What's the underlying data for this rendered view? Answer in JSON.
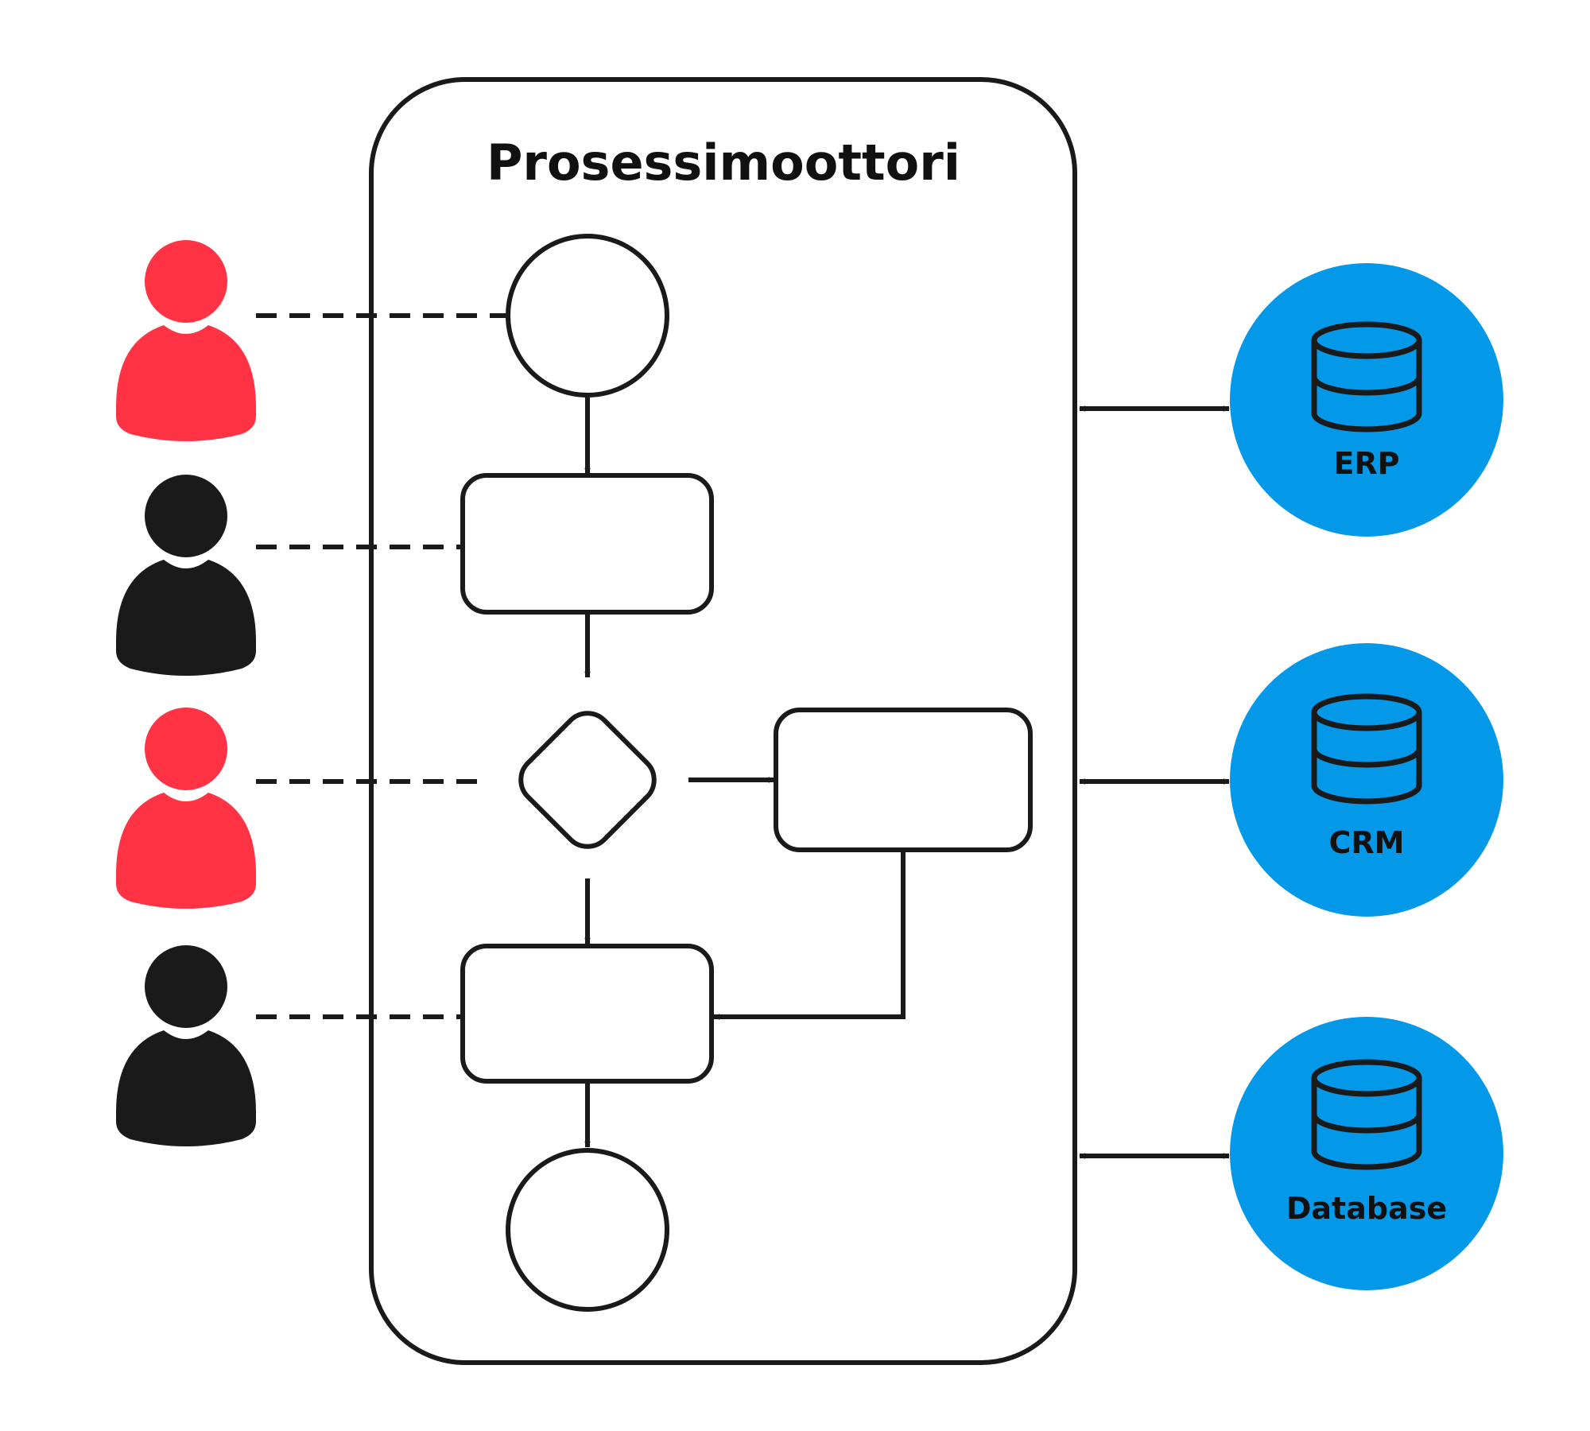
{
  "engine": {
    "title": "Prosessimoottori"
  },
  "systems": [
    {
      "label": "ERP",
      "icon": "database-icon"
    },
    {
      "label": "CRM",
      "icon": "database-icon"
    },
    {
      "label": "Database",
      "icon": "database-icon"
    }
  ],
  "actors": [
    {
      "role": "user",
      "color": "#ff3344"
    },
    {
      "role": "user",
      "color": "#1a1a1a"
    },
    {
      "role": "user",
      "color": "#ff3344"
    },
    {
      "role": "user",
      "color": "#1a1a1a"
    }
  ],
  "colors": {
    "stroke": "#1a1a1a",
    "system_fill": "#0398e8",
    "node_fill": "#ffffff"
  }
}
